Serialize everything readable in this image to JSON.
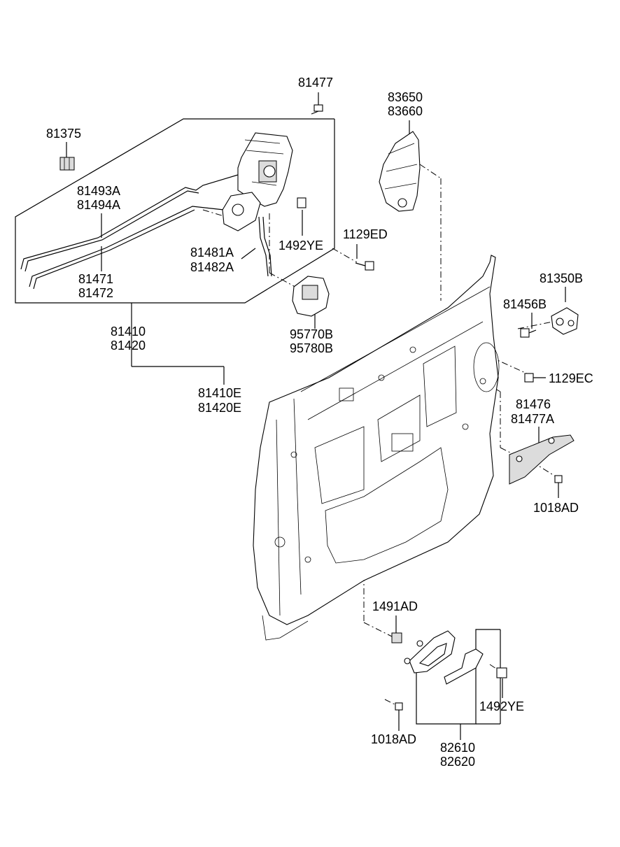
{
  "labels": {
    "l81477": "81477",
    "l83650": "83650",
    "l83660": "83660",
    "l81375": "81375",
    "l81493A": "81493A",
    "l81494A": "81494A",
    "l1492YE_top": "1492YE",
    "l1129ED": "1129ED",
    "l81481A": "81481A",
    "l81482A": "81482A",
    "l81471": "81471",
    "l81472": "81472",
    "l81350B": "81350B",
    "l81456B": "81456B",
    "l81410": "81410",
    "l81420": "81420",
    "l95770B": "95770B",
    "l95780B": "95780B",
    "l1129EC": "1129EC",
    "l81410E": "81410E",
    "l81420E": "81420E",
    "l81476": "81476",
    "l81477A": "81477A",
    "l1018AD_right": "1018AD",
    "l1491AD": "1491AD",
    "l1492YE_bottom": "1492YE",
    "l1018AD_bottom": "1018AD",
    "l82610": "82610",
    "l82620": "82620"
  }
}
